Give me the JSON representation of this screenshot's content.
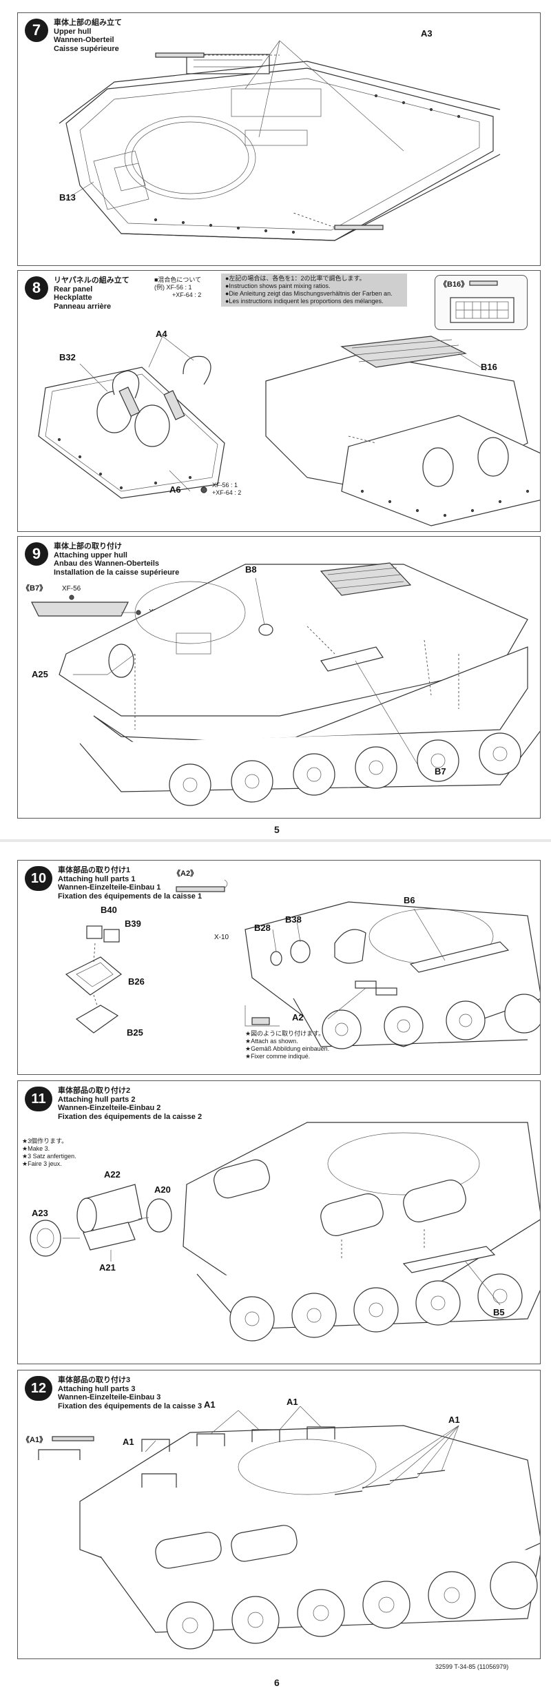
{
  "steps": [
    {
      "number": "7",
      "ja": "車体上部の組み立て",
      "en": "Upper hull",
      "de": "Wannen-Oberteil",
      "fr": "Caisse supérieure",
      "parts": [
        "A3",
        "B13"
      ]
    },
    {
      "number": "8",
      "ja": "リヤパネルの組み立て",
      "en": "Rear panel",
      "de": "Heckplatte",
      "fr": "Panneau arrière",
      "parts": [
        "A4",
        "B32",
        "A6",
        "B16"
      ],
      "callout": "《B16》",
      "mix_legend": {
        "head": "■混合色について",
        "example": "(例)  XF-56 : 1",
        "plus": "+XF-64 : 2"
      },
      "note": [
        "●左記の場合は、各色を1：2の比率で調色します。",
        "●Instruction shows paint mixing ratios.",
        "●Die Anleitung zeigt das Mischungsverhältnis der Farben an.",
        "●Les instructions indiquent les proportions des mélanges."
      ],
      "a6_mix": [
        "XF-56 : 1",
        "+XF-64 : 2"
      ]
    },
    {
      "number": "9",
      "ja": "車体上部の取り付け",
      "en": "Attaching upper hull",
      "de": "Anbau des Wannen-Oberteils",
      "fr": "Installation de la caisse supérieure",
      "parts": [
        "B8",
        "A25",
        "B7"
      ],
      "callout": "《B7》",
      "colors": [
        "XF-56",
        "XF-52"
      ]
    },
    {
      "number": "10",
      "ja": "車体部品の取り付け1",
      "en": "Attaching hull parts 1",
      "de": "Wannen-Einzelteile-Einbau 1",
      "fr": "Fixation des équipements de la caisse 1",
      "parts": [
        "B6",
        "B28",
        "B38",
        "B40",
        "B39",
        "B26",
        "B25",
        "A2"
      ],
      "callout": "《A2》",
      "paint": "X-10",
      "attach_note": [
        "★図のように取り付けます。",
        "★Attach as shown.",
        "★Gemäß Abbildung einbauen.",
        "★Fixer comme indiqué."
      ]
    },
    {
      "number": "11",
      "ja": "車体部品の取り付け2",
      "en": "Attaching hull parts 2",
      "de": "Wannen-Einzelteile-Einbau 2",
      "fr": "Fixation des équipements de la caisse 2",
      "parts": [
        "A22",
        "A20",
        "A23",
        "A21",
        "B5"
      ],
      "make_note": [
        "★3個作ります。",
        "★Make 3.",
        "★3 Satz anfertigen.",
        "★Faire 3 jeux."
      ]
    },
    {
      "number": "12",
      "ja": "車体部品の取り付け3",
      "en": "Attaching hull parts 3",
      "de": "Wannen-Einzelteile-Einbau 3",
      "fr": "Fixation des équipements de la caisse 3",
      "parts": [
        "A1",
        "A1",
        "A1",
        "A1"
      ],
      "callout": "《A1》"
    }
  ],
  "page_numbers": [
    "5",
    "6"
  ],
  "footer_code": "32599 T-34-85 (11056979)"
}
